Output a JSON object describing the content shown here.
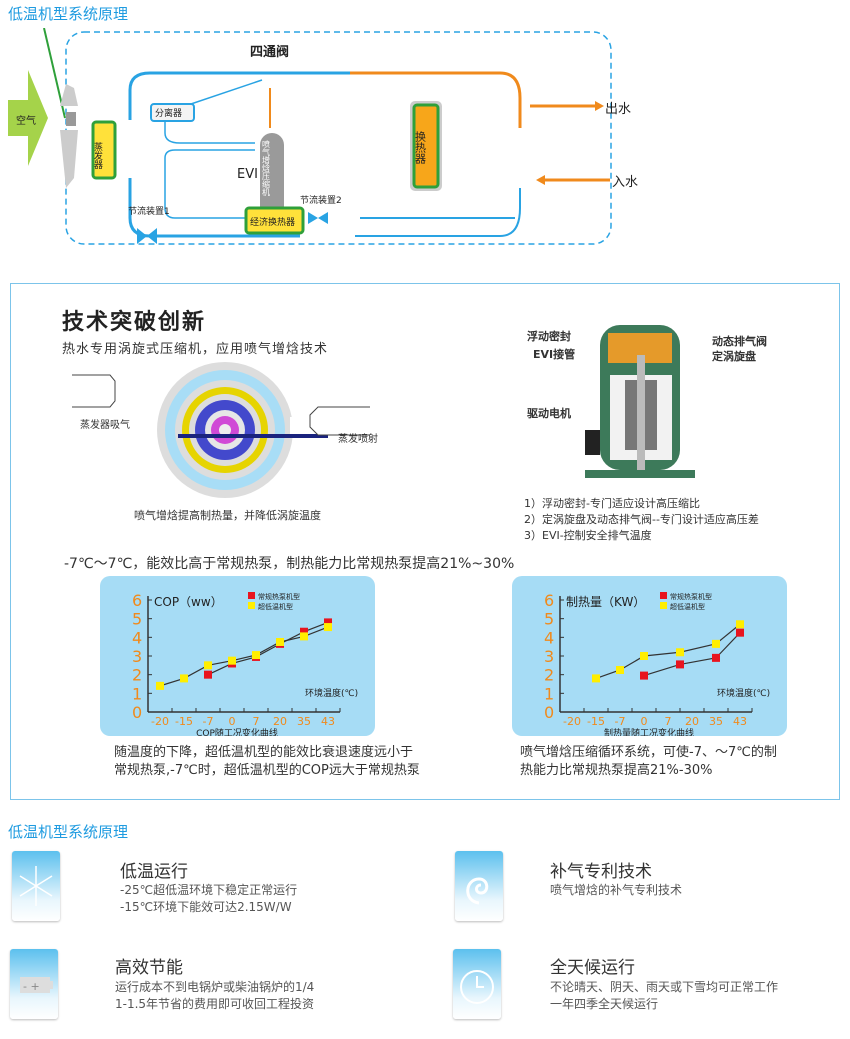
{
  "top_title": "低温机型系统原理",
  "diagram": {
    "air": "空气",
    "evaporator": "蒸发器",
    "separator": "分离器",
    "four_way_valve": "四通阀",
    "compressor": "喷气增焓压缩机",
    "evi": "EVI",
    "heat_exchanger": "换热器",
    "economizer": "经济换热器",
    "throttle1": "节流装置1",
    "throttle2": "节流装置2",
    "water_out": "出水",
    "water_in": "入水"
  },
  "tech": {
    "title": "技术突破创新",
    "subtitle": "热水专用涡旋式压缩机，应用喷气增焓技术",
    "scroll_left": "蒸发器吸气",
    "scroll_right": "蒸发喷射",
    "scroll_caption": "喷气增焓提高制热量，并降低涡旋温度",
    "comp_labels": {
      "floating_seal": "浮动密封",
      "evi_pipe": "EVI接管",
      "motor": "驱动电机",
      "dynamic_valve": "动态排气阀",
      "fixed_scroll": "定涡旋盘"
    },
    "notes": [
      "1）浮动密封-专门适应设计高压缩比",
      "2）定涡旋盘及动态排气阀--专门设计适应高压差",
      "3）EVI-控制安全排气温度"
    ],
    "highlight": "-7℃～7℃，能效比高于常规热泵，制热能力比常规热泵提高21%~30%",
    "caption_left": [
      "随温度的下降，超低温机型的能效比衰退速度远小于",
      "常规热泵,-7℃时，超低温机型的COP远大于常规热泵"
    ],
    "caption_right": [
      "喷气增焓压缩循环系统，可使-7、～7℃的制",
      "热能力比常规热泵提高21%-30%"
    ]
  },
  "chart_data": [
    {
      "type": "line",
      "title": "COP（ww）",
      "xlabel": "环境温度(℃)",
      "caption": "COP随工况变化曲线",
      "categories": [
        "-20",
        "-15",
        "-7",
        "0",
        "7",
        "20",
        "35",
        "43"
      ],
      "ylim": [
        0,
        6
      ],
      "yticks": [
        "0",
        "1",
        "2",
        "3",
        "4",
        "5",
        "6"
      ],
      "legend": "top-right",
      "series": [
        {
          "name": "常规热泵机型",
          "color": "#e8141e",
          "points": [
            [
              2,
              2.0
            ],
            [
              3,
              2.6
            ],
            [
              4,
              2.95
            ],
            [
              5,
              3.65
            ],
            [
              6,
              4.3
            ],
            [
              7,
              4.8
            ]
          ]
        },
        {
          "name": "超低温机型",
          "color": "#ffee00",
          "points": [
            [
              0,
              1.4
            ],
            [
              1,
              1.8
            ],
            [
              2,
              2.5
            ],
            [
              3,
              2.75
            ],
            [
              4,
              3.05
            ],
            [
              5,
              3.75
            ],
            [
              6,
              4.05
            ],
            [
              7,
              4.55
            ]
          ]
        }
      ]
    },
    {
      "type": "line",
      "title": "制热量（KW）",
      "xlabel": "环境温度(℃)",
      "caption": "制热量随工况变化曲线",
      "categories": [
        "-20",
        "-15",
        "-7",
        "0",
        "7",
        "20",
        "35",
        "43"
      ],
      "ylim": [
        0,
        6
      ],
      "yticks": [
        "0",
        "1",
        "2",
        "3",
        "4",
        "5",
        "6"
      ],
      "legend": "top-right",
      "series": [
        {
          "name": "常规热泵机型",
          "color": "#e8141e",
          "points": [
            [
              3,
              1.95
            ],
            [
              4.5,
              2.55
            ],
            [
              6,
              2.9
            ],
            [
              7,
              4.25
            ]
          ]
        },
        {
          "name": "超低温机型",
          "color": "#ffee00",
          "points": [
            [
              1,
              1.8
            ],
            [
              2,
              2.25
            ],
            [
              3,
              3.0
            ],
            [
              4.5,
              3.2
            ],
            [
              6,
              3.65
            ],
            [
              7,
              4.7
            ]
          ]
        }
      ]
    }
  ],
  "bottom_title": "低温机型系统原理",
  "features": [
    {
      "icon": "snowflake-icon",
      "title": "低温运行",
      "lines": [
        "-25℃超低温环境下稳定正常运行",
        "-15℃环境下能效可达2.15W/W"
      ]
    },
    {
      "icon": "swirl-icon",
      "title": "补气专利技术",
      "lines": [
        "喷气增焓的补气专利技术"
      ]
    },
    {
      "icon": "battery-icon",
      "title": "高效节能",
      "lines": [
        "运行成本不到电锅炉或柴油锅炉的1/4",
        "1-1.5年节省的费用即可收回工程投资"
      ]
    },
    {
      "icon": "clock-icon",
      "title": "全天候运行",
      "lines": [
        "不论晴天、阴天、雨天或下雪均可正常工作",
        "一年四季全天候运行"
      ]
    }
  ]
}
